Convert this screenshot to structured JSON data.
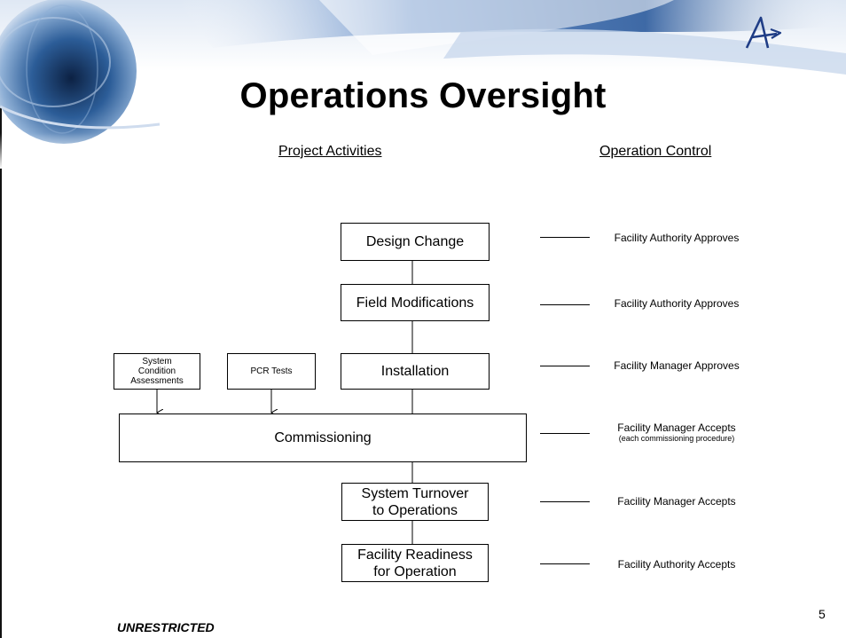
{
  "slide": {
    "title": "Operations Oversight",
    "left_header": "Project Activities",
    "right_header": "Operation Control",
    "footer_classification": "UNRESTRICTED",
    "page_number": "5",
    "logo_icon": "stylized-a-arrow-logo"
  },
  "activities": {
    "design_change": "Design Change",
    "field_modifications": "Field Modifications",
    "installation": "Installation",
    "commissioning": "Commissioning",
    "system_turnover": [
      "System Turnover",
      "to Operations"
    ],
    "facility_readiness": [
      "Facility Readiness",
      "for Operation"
    ]
  },
  "inputs": {
    "system_condition": [
      "System",
      "Condition",
      "Assessments"
    ],
    "pcr_tests": "PCR Tests"
  },
  "controls": {
    "design_change": "Facility Authority Approves",
    "field_modifications": "Facility Authority Approves",
    "installation": "Facility Manager Approves",
    "commissioning": "Facility Manager Accepts",
    "commissioning_note": "(each commissioning procedure)",
    "system_turnover": "Facility Manager Accepts",
    "facility_readiness": "Facility Authority Accepts"
  },
  "colors": {
    "banner_light": "#e8eef6",
    "banner_blue": "#4a78b8",
    "banner_dark": "#1d3f78",
    "logo": "#1f3d86"
  }
}
